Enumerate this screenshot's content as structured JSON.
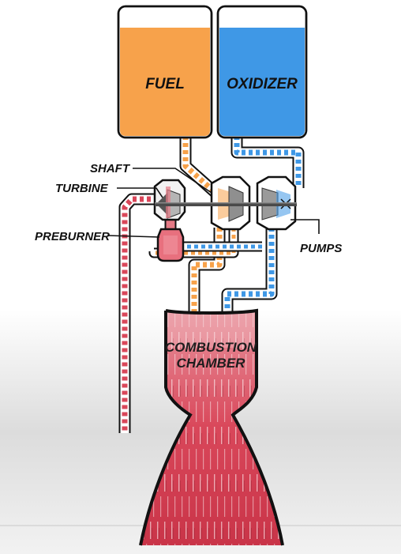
{
  "diagram": {
    "labels": {
      "fuel": "FUEL",
      "oxidizer": "OXIDIZER",
      "shaft": "SHAFT",
      "turbine": "TURBINE",
      "preburner": "PREBURNER",
      "pumps": "PUMPS",
      "chamber_line1": "COMBUSTION",
      "chamber_line2": "CHAMBER"
    },
    "colors": {
      "fuel": "#f7a24b",
      "oxidizer": "#3f98e6",
      "hot_gas": "#d9475a",
      "outline": "#111111",
      "pump_gray": "#9a9a9a"
    }
  }
}
